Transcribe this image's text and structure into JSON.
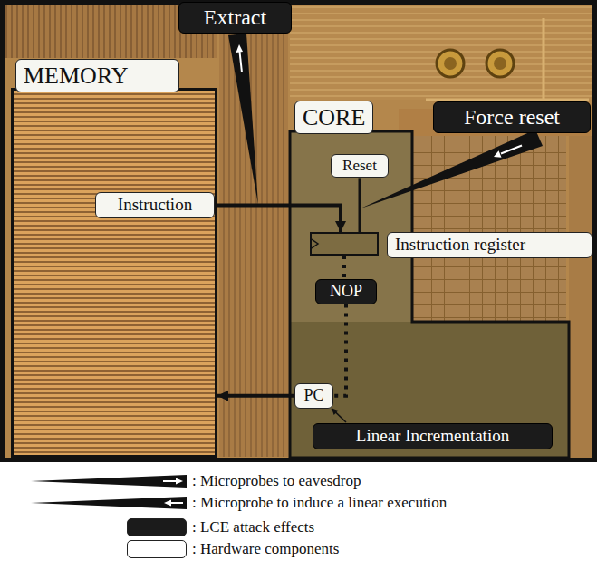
{
  "diagram": {
    "nodes": [
      {
        "text": [
          "MEMORY"
        ]
      },
      {
        "text": [
          "Extract"
        ]
      },
      {
        "text": [
          "Instruction"
        ]
      },
      {
        "text": [
          "CORE"
        ]
      },
      {
        "text": [
          "Force reset"
        ]
      },
      {
        "text": [
          "Reset"
        ],
        "in": 3
      },
      {
        "text": [
          "Instruction register"
        ],
        "in": 3
      },
      {
        "text": [
          "NOP"
        ],
        "in": 3
      },
      {
        "text": [
          "PC"
        ],
        "in": 3
      },
      {
        "text": [
          "Linear Incrementation"
        ],
        "in": 3
      }
    ],
    "edges": [
      {
        "from": 2,
        "to": 6,
        "arrow": "to"
      },
      {
        "from": 5,
        "to": 6,
        "arrow": "none"
      },
      {
        "from": 6,
        "to": 7,
        "arrow": "none"
      },
      {
        "from": 7,
        "to": 8,
        "arrow": "none"
      },
      {
        "from": 8,
        "to": 0,
        "arrow": "to"
      },
      {
        "from": 9,
        "to": 8,
        "arrow": "to"
      }
    ],
    "legend": [
      {
        "text": ": Microprobes to eavesdrop"
      },
      {
        "text": ": Microprobe to induce a linear execution"
      },
      {
        "text": ": LCE attack effects",
        "color": "#1b1b1b"
      },
      {
        "text": ": Hardware components",
        "color": "#ffffff"
      }
    ]
  }
}
